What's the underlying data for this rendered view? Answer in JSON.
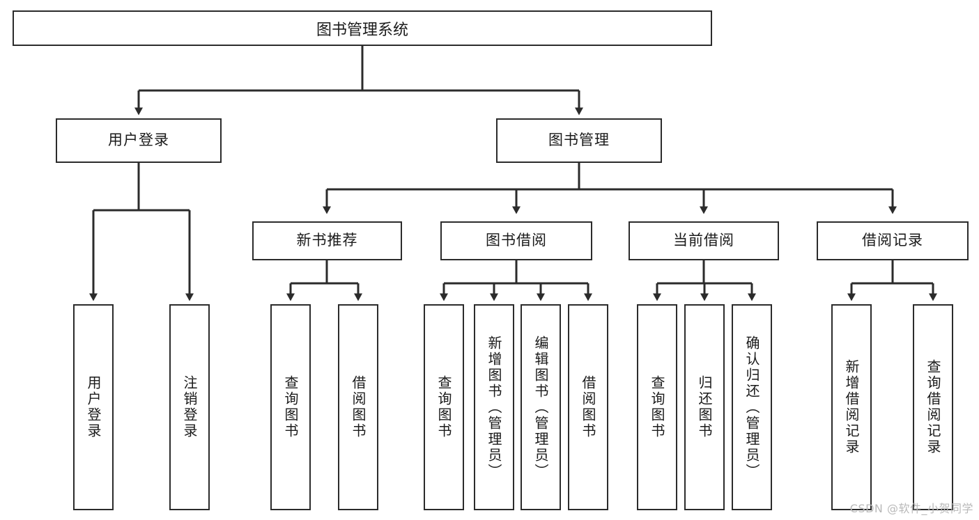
{
  "diagram": {
    "type": "tree",
    "title": "图书管理系统",
    "orientation": "top-down",
    "colors": {
      "box_border": "#2b2b2b",
      "box_fill": "#ffffff",
      "connector": "#2b2b2b",
      "text": "#1a1a1a",
      "watermark": "#b9b9b9"
    }
  },
  "root": {
    "label": "图书管理系统"
  },
  "level2": [
    {
      "id": "user-login",
      "label": "用户登录"
    },
    {
      "id": "book-management",
      "label": "图书管理"
    }
  ],
  "level3": [
    {
      "id": "new-book-recommend",
      "label": "新书推荐"
    },
    {
      "id": "book-borrow",
      "label": "图书借阅"
    },
    {
      "id": "current-borrow",
      "label": "当前借阅"
    },
    {
      "id": "borrow-record",
      "label": "借阅记录"
    }
  ],
  "leaves": [
    {
      "id": "leaf-user-login",
      "label": "用户登录",
      "parent": "user-login"
    },
    {
      "id": "leaf-user-logout",
      "label": "注销登录",
      "parent": "user-login"
    },
    {
      "id": "leaf-query-book-1",
      "label": "查询图书",
      "parent": "new-book-recommend"
    },
    {
      "id": "leaf-borrow-book-1",
      "label": "借阅图书",
      "parent": "new-book-recommend"
    },
    {
      "id": "leaf-query-book-2",
      "label": "查询图书",
      "parent": "book-borrow"
    },
    {
      "id": "leaf-add-book",
      "label": "新增图书（管理员）",
      "parent": "book-borrow"
    },
    {
      "id": "leaf-edit-book",
      "label": "编辑图书（管理员）",
      "parent": "book-borrow"
    },
    {
      "id": "leaf-borrow-book-2",
      "label": "借阅图书",
      "parent": "book-borrow"
    },
    {
      "id": "leaf-query-book-3",
      "label": "查询图书",
      "parent": "current-borrow"
    },
    {
      "id": "leaf-return-book",
      "label": "归还图书",
      "parent": "current-borrow"
    },
    {
      "id": "leaf-confirm-return",
      "label": "确认归还（管理员）",
      "parent": "current-borrow"
    },
    {
      "id": "leaf-add-record",
      "label": "新增借阅记录",
      "parent": "borrow-record"
    },
    {
      "id": "leaf-query-record",
      "label": "查询借阅记录",
      "parent": "borrow-record"
    }
  ],
  "watermark": {
    "text": "CSDN @软件_小贺同学"
  }
}
